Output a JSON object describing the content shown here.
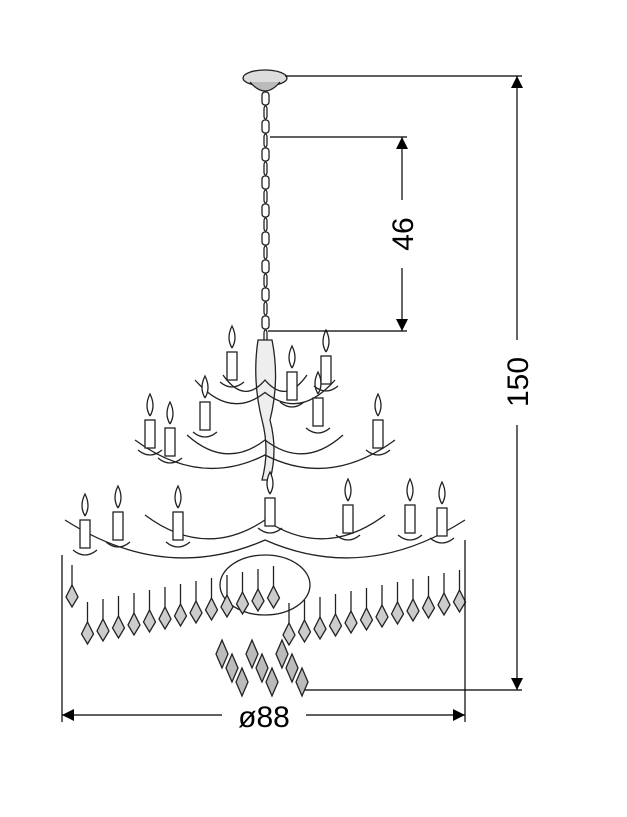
{
  "drawing": {
    "subject": "chandelier",
    "dimensions": {
      "total_height": "150",
      "chain_length": "46",
      "diameter": "ø88"
    }
  }
}
